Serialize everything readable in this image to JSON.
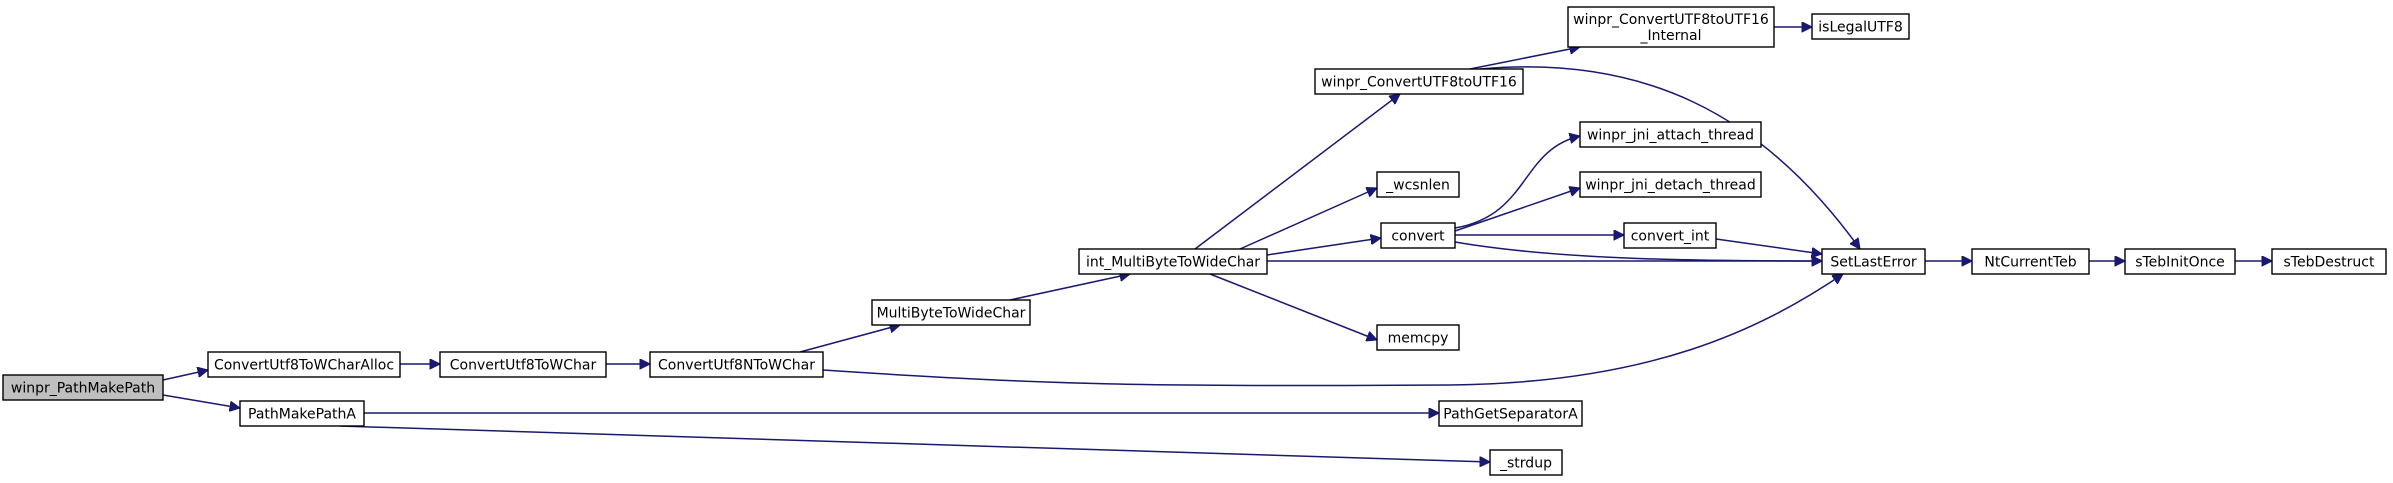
{
  "colors": {
    "edge": "#191970",
    "node_border": "#000000",
    "node_fill": "#ffffff",
    "root_fill": "#bfbfbf"
  },
  "nodes": [
    {
      "id": "n0",
      "lines": [
        "winpr_PathMakePath"
      ],
      "root": true
    },
    {
      "id": "n1",
      "lines": [
        "ConvertUtf8ToWCharAlloc"
      ]
    },
    {
      "id": "n2",
      "lines": [
        "PathMakePathA"
      ]
    },
    {
      "id": "n3",
      "lines": [
        "ConvertUtf8ToWChar"
      ]
    },
    {
      "id": "n4",
      "lines": [
        "ConvertUtf8NToWChar"
      ]
    },
    {
      "id": "n5",
      "lines": [
        "MultiByteToWideChar"
      ]
    },
    {
      "id": "n6",
      "lines": [
        "SetLastError"
      ]
    },
    {
      "id": "n7",
      "lines": [
        "int_MultiByteToWideChar"
      ]
    },
    {
      "id": "n8",
      "lines": [
        "_wcsnlen"
      ]
    },
    {
      "id": "n9",
      "lines": [
        "convert"
      ]
    },
    {
      "id": "n10",
      "lines": [
        "memcpy"
      ]
    },
    {
      "id": "n11",
      "lines": [
        "winpr_ConvertUTF8toUTF16"
      ]
    },
    {
      "id": "n12",
      "lines": [
        "NtCurrentTeb"
      ]
    },
    {
      "id": "n13",
      "lines": [
        "sTebInitOnce"
      ]
    },
    {
      "id": "n14",
      "lines": [
        "sTebDestruct"
      ]
    },
    {
      "id": "n15",
      "lines": [
        "convert_int"
      ]
    },
    {
      "id": "n16",
      "lines": [
        "winpr_jni_attach_thread"
      ]
    },
    {
      "id": "n17",
      "lines": [
        "winpr_jni_detach_thread"
      ]
    },
    {
      "id": "n18",
      "lines": [
        "winpr_ConvertUTF8toUTF16",
        "_Internal"
      ]
    },
    {
      "id": "n19",
      "lines": [
        "isLegalUTF8"
      ]
    },
    {
      "id": "n20",
      "lines": [
        "PathGetSeparatorA"
      ]
    },
    {
      "id": "n21",
      "lines": [
        "_strdup"
      ]
    }
  ],
  "edges": [
    {
      "from": "n0",
      "to": "n1"
    },
    {
      "from": "n0",
      "to": "n2"
    },
    {
      "from": "n1",
      "to": "n3"
    },
    {
      "from": "n3",
      "to": "n4"
    },
    {
      "from": "n4",
      "to": "n5"
    },
    {
      "from": "n4",
      "to": "n6"
    },
    {
      "from": "n5",
      "to": "n7"
    },
    {
      "from": "n7",
      "to": "n8"
    },
    {
      "from": "n7",
      "to": "n9"
    },
    {
      "from": "n7",
      "to": "n10"
    },
    {
      "from": "n7",
      "to": "n6"
    },
    {
      "from": "n7",
      "to": "n11"
    },
    {
      "from": "n6",
      "to": "n12"
    },
    {
      "from": "n12",
      "to": "n13"
    },
    {
      "from": "n13",
      "to": "n14"
    },
    {
      "from": "n9",
      "to": "n6"
    },
    {
      "from": "n9",
      "to": "n15"
    },
    {
      "from": "n9",
      "to": "n16"
    },
    {
      "from": "n9",
      "to": "n17"
    },
    {
      "from": "n15",
      "to": "n6"
    },
    {
      "from": "n11",
      "to": "n6"
    },
    {
      "from": "n11",
      "to": "n18"
    },
    {
      "from": "n18",
      "to": "n19"
    },
    {
      "from": "n2",
      "to": "n20"
    },
    {
      "from": "n2",
      "to": "n21"
    }
  ]
}
